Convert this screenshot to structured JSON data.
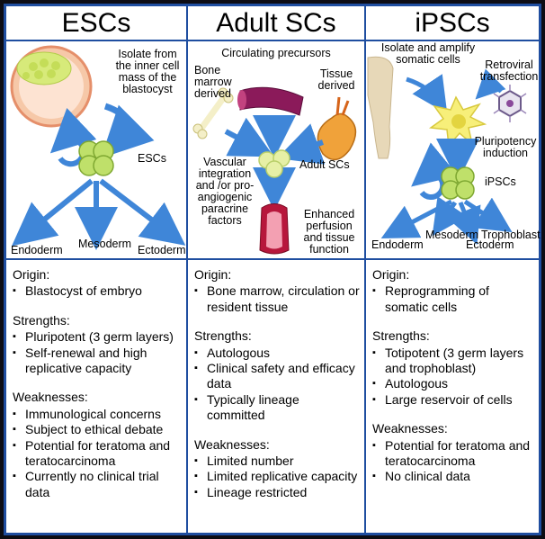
{
  "columns": [
    {
      "title": "ESCs",
      "figure_labels": {
        "isolate": "Isolate from the inner cell mass of the blastocyst",
        "cells": "ESCs",
        "endoderm": "Endoderm",
        "mesoderm": "Mesoderm",
        "ectoderm": "Ectoderm"
      },
      "origin_title": "Origin:",
      "origin": [
        "Blastocyst of embryo"
      ],
      "strengths_title": "Strengths:",
      "strengths": [
        "Pluripotent (3 germ layers)",
        "Self-renewal and high replicative capacity"
      ],
      "weaknesses_title": "Weaknesses:",
      "weaknesses": [
        "Immunological concerns",
        "Subject to ethical debate",
        "Potential for teratoma and teratocarcinoma",
        "Currently no clinical trial data"
      ]
    },
    {
      "title": "Adult SCs",
      "figure_labels": {
        "circulating": "Circulating precursors",
        "bone_marrow": "Bone marrow derived",
        "tissue": "Tissue derived",
        "vascular": "Vascular integration and /or pro-angiogenic paracrine factors",
        "cells": "Adult SCs",
        "enhanced": "Enhanced perfusion and tissue function"
      },
      "origin_title": "Origin:",
      "origin": [
        "Bone marrow, circulation or resident tissue"
      ],
      "strengths_title": "Strengths:",
      "strengths": [
        "Autologous",
        "Clinical safety and efficacy data",
        "Typically lineage committed"
      ],
      "weaknesses_title": "Weaknesses:",
      "weaknesses": [
        "Limited number",
        "Limited replicative capacity",
        "Lineage restricted"
      ]
    },
    {
      "title": "iPSCs",
      "figure_labels": {
        "isolate": "Isolate and amplify somatic cells",
        "retroviral": "Retroviral transfection",
        "pluripotency": "Pluripotency induction",
        "cells": "iPSCs",
        "endoderm": "Endoderm",
        "mesoderm": "Mesoderm",
        "ectoderm": "Ectoderm",
        "trophoblast": "Trophoblast"
      },
      "origin_title": "Origin:",
      "origin": [
        "Reprogramming of somatic cells"
      ],
      "strengths_title": "Strengths:",
      "strengths": [
        "Totipotent (3 germ layers and trophoblast)",
        "Autologous",
        "Large reservoir of cells"
      ],
      "weaknesses_title": "Weaknesses:",
      "weaknesses": [
        "Potential for teratoma and teratocarcinoma",
        "No clinical data"
      ]
    }
  ],
  "colors": {
    "frame": "#1f4ea0",
    "arrow": "#3f86d8",
    "cell": "#bfe06a",
    "background": "#0d0d14"
  }
}
